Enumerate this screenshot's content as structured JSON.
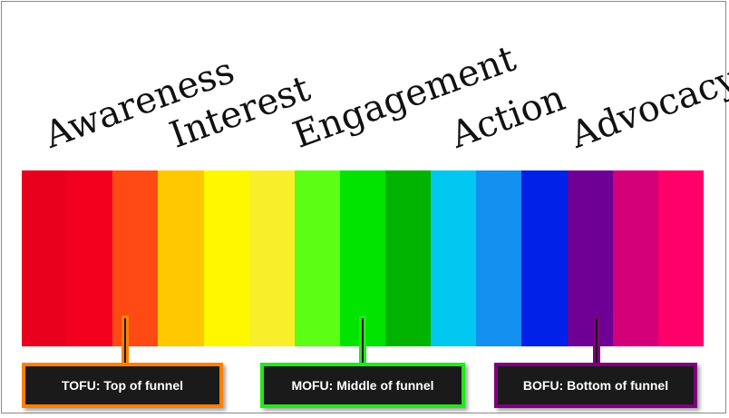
{
  "stages": [
    "Awareness",
    "Interest",
    "Engagement",
    "Action",
    "Advocacy"
  ],
  "stripes": [
    "#e8001c",
    "#f2001e",
    "#ff4a14",
    "#ffc800",
    "#fff700",
    "#f8ef2a",
    "#5cff14",
    "#00e400",
    "#00b300",
    "#00c8f0",
    "#1490f0",
    "#0022e8",
    "#6e0096",
    "#d4007a",
    "#ff006a"
  ],
  "callouts": [
    {
      "label": "TOFU: Top of funnel",
      "color": "#ff8000"
    },
    {
      "label": "MOFU: Middle of funnel",
      "color": "#22e81a"
    },
    {
      "label": "BOFU: Bottom of funnel",
      "color": "#7e007e"
    }
  ]
}
